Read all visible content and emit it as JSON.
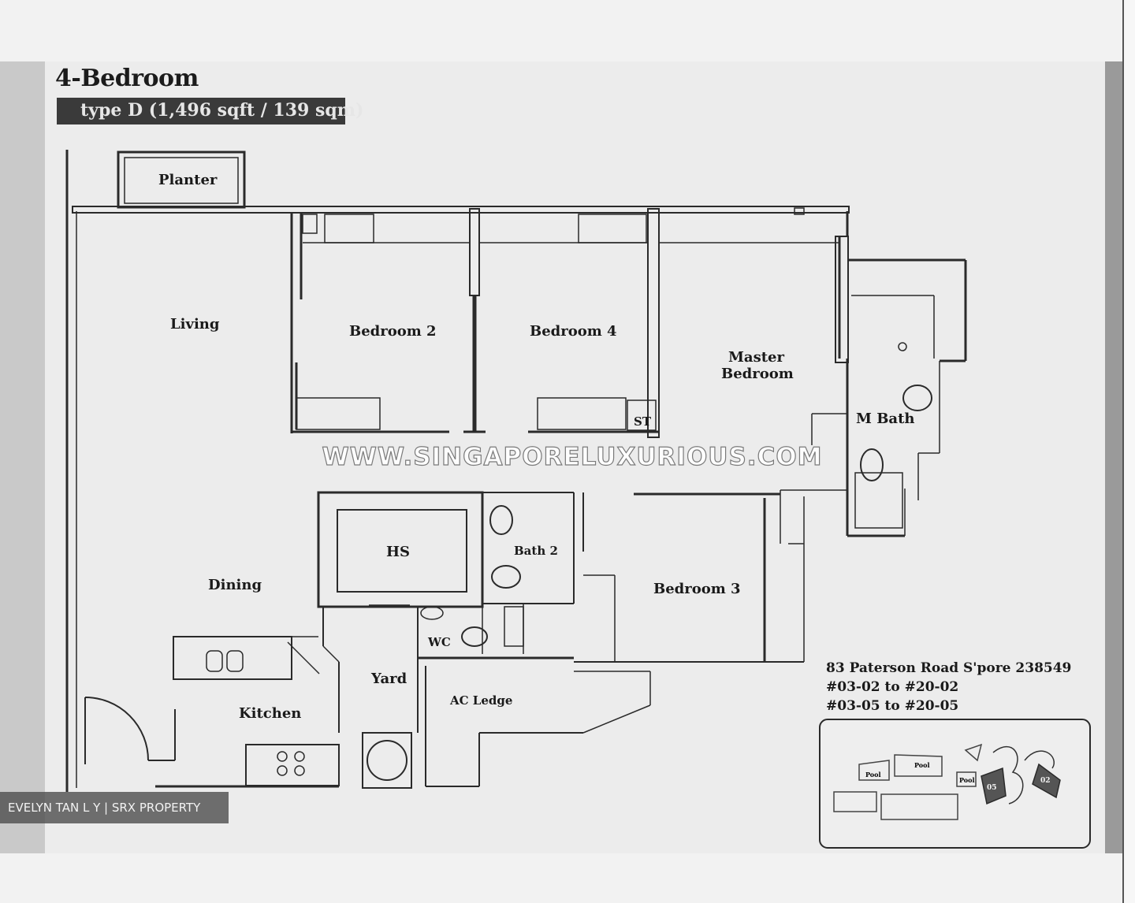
{
  "header": {
    "title": "4-Bedroom",
    "subtitle": "type D (1,496 sqft / 139 sqm)"
  },
  "rooms": {
    "planter": "Planter",
    "living": "Living",
    "bedroom2": "Bedroom 2",
    "bedroom4": "Bedroom 4",
    "master_bedroom_line1": "Master",
    "master_bedroom_line2": "Bedroom",
    "master_bath": "M Bath",
    "store": "ST",
    "household_shelter": "HS",
    "bath2": "Bath 2",
    "dining": "Dining",
    "bedroom3": "Bedroom 3",
    "wc": "WC",
    "yard": "Yard",
    "kitchen": "Kitchen",
    "ac_ledge": "AC Ledge"
  },
  "watermark": "WWW.SINGAPORELUXURIOUS.COM",
  "address": {
    "street": "83 Paterson Road S'pore 238549",
    "units_a": "#03-02 to #20-02",
    "units_b": "#03-05 to #20-05"
  },
  "site_plan": {
    "labels": [
      "Pool",
      "Pool",
      "Pool",
      "05",
      "02"
    ]
  },
  "credit": "EVELYN TAN L Y | SRX PROPERTY"
}
